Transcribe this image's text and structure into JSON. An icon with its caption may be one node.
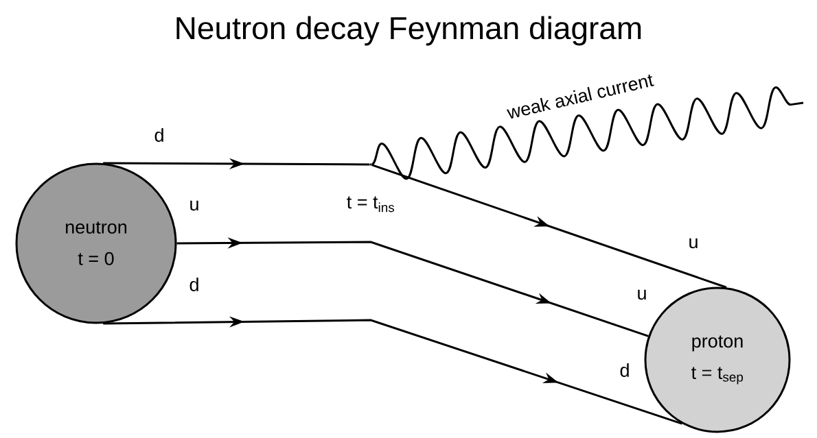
{
  "diagram": {
    "title": "Neutron decay Feynman diagram",
    "nodes": [
      {
        "text": [
          "neutron",
          "t = 0"
        ]
      },
      {
        "text": [],
        "shape": "point",
        "beside": [
          "t = t$_{ins}$"
        ]
      },
      {
        "text": [
          "proton",
          "t = t$_{sep}$"
        ]
      }
    ],
    "edges": [
      {
        "from": 0,
        "to": 1,
        "arrow": "to",
        "label": "d"
      },
      {
        "from": 1,
        "to": 2,
        "arrow": "to",
        "label": "u"
      },
      {
        "from": 0,
        "to": 2,
        "arrow": "to",
        "label": "u"
      },
      {
        "from": 0,
        "to": 2,
        "arrow": "to",
        "label": "d"
      },
      {
        "from": 1,
        "to": null,
        "arrow": "none",
        "label": "weak axial current"
      }
    ],
    "labels": [
      "u",
      "d"
    ]
  }
}
